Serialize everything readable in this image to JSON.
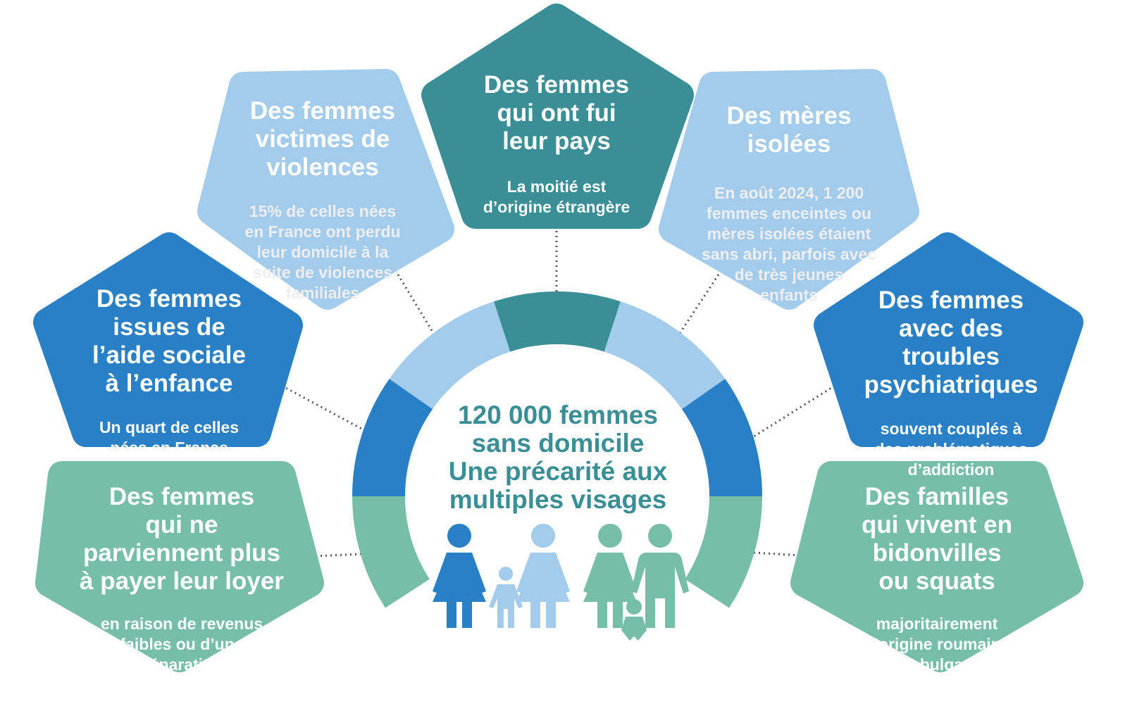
{
  "colors": {
    "teal": "#3A8E96",
    "light_blue": "#A3CBEC",
    "dark_blue": "#2A80C6",
    "green": "#77BEA8"
  },
  "center": {
    "text": "120 000 femmes\nsans domicile\nUne précarité aux\nmultiples visages"
  },
  "groups": [
    {
      "title": "Des femmes\nqui ont fui\nleur pays",
      "sub": "La moitié est\nd’origine étrangère"
    },
    {
      "title": "Des femmes\nvictimes de\nviolences",
      "sub": "15% de celles nées\nen France ont perdu\nleur domicile à la\nsuite de violences\nfamiliales"
    },
    {
      "title": "Des mères\nisolées",
      "sub": "En août 2024, 1 200\nfemmes enceintes ou\nmères isolées étaient\nsans abri, parfois avec\nde très jeunes\nenfants"
    },
    {
      "title": "Des femmes\nissues de\nl’aide sociale\nà l’enfance",
      "sub": "Un quart de celles\nnées en France"
    },
    {
      "title": "Des femmes\navec des troubles\npsychiatriques",
      "sub": "souvent couplés à\ndes problématiques\nd’addiction"
    },
    {
      "title": "Des femmes\nqui ne\nparviennent plus\nà payer leur loyer",
      "sub": "en raison de revenus\nfaibles ou d’une\nséparation"
    },
    {
      "title": "Des familles\nqui vivent en\nbidonvilles\nou squats",
      "sub": "majoritairement\nd’origine roumaine\nou bulgare"
    }
  ]
}
